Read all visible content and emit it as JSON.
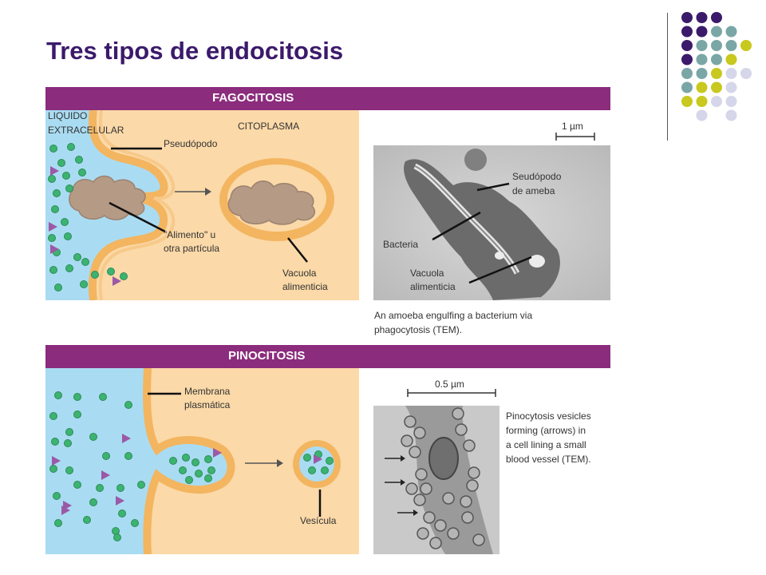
{
  "slide": {
    "title": "Tres tipos de endocitosis"
  },
  "fagocitosis": {
    "header": "FAGOCITOSIS",
    "label_liquido": "LIQUIDO",
    "label_extracelular": "EXTRACELULAR",
    "label_citoplasma": "CITOPLASMA",
    "label_pseudopodo": "Pseudópodo",
    "label_alimento_1": "\"Alimento\" u",
    "label_alimento_2": "otra partícula",
    "label_vacuola_1": "Vacuola",
    "label_vacuola_2": "alimenticia",
    "micro_scale": "1 µm",
    "micro_seudopodo_1": "Seudópodo",
    "micro_seudopodo_2": "de ameba",
    "micro_bacteria": "Bacteria",
    "micro_vacuola_1": "Vacuola",
    "micro_vacuola_2": "alimenticia",
    "caption_1": "An amoeba engulfing a bacterium via",
    "caption_2": "phagocytosis (TEM)."
  },
  "pinocitosis": {
    "header": "PINOCITOSIS",
    "label_membrana_1": "Membrana",
    "label_membrana_2": "plasmática",
    "label_vesicula": "Vesícula",
    "micro_scale": "0.5 µm",
    "caption_1": "Pinocytosis vesicles",
    "caption_2": "forming (arrows) in",
    "caption_3": "a cell lining a small",
    "caption_4": "blood vessel (TEM)."
  },
  "colors": {
    "band": "#8b2c7d",
    "title": "#3b1a6b",
    "extracellular": "#a9dcf2",
    "cytoplasm": "#fbd9a8",
    "membrane": "#f3b560",
    "particle_green": "#3cb371",
    "particle_triangle": "#9b59a6",
    "dot_purple": "#3b1a6b",
    "dot_teal": "#7aa6a6",
    "dot_olive": "#c8c81e",
    "dot_lavender": "#d6d6ea"
  }
}
